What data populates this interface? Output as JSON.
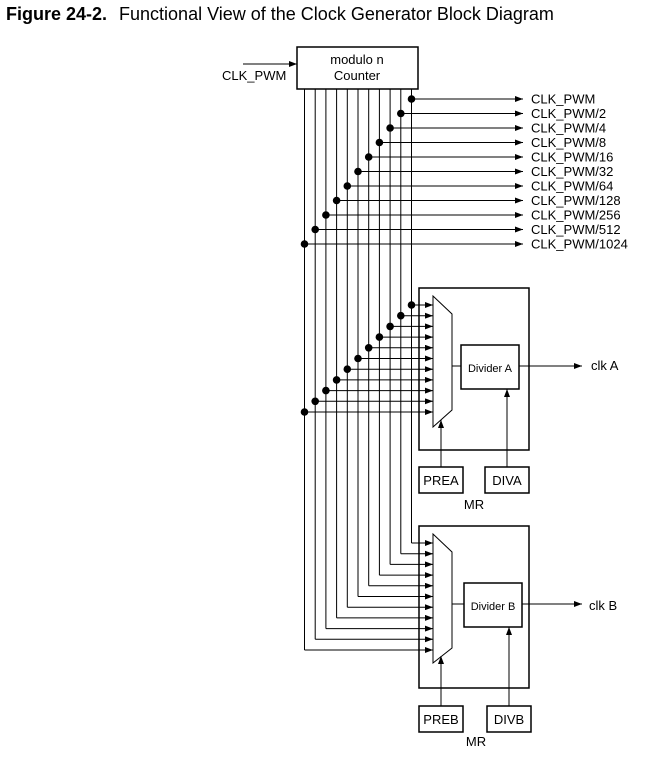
{
  "caption": {
    "number": "Figure 24-2.",
    "title": "Functional View of the Clock Generator Block Diagram"
  },
  "counter": {
    "line1": "modulo n",
    "line2": "Counter"
  },
  "input_label": "CLK_PWM",
  "outputs": [
    "CLK_PWM",
    "CLK_PWM/2",
    "CLK_PWM/4",
    "CLK_PWM/8",
    "CLK_PWM/16",
    "CLK_PWM/32",
    "CLK_PWM/64",
    "CLK_PWM/128",
    "CLK_PWM/256",
    "CLK_PWM/512",
    "CLK_PWM/1024"
  ],
  "channel_a": {
    "divider": "Divider A",
    "clock": "clk A",
    "pre": "PREA",
    "div": "DIVA",
    "reg": "MR"
  },
  "channel_b": {
    "divider": "Divider B",
    "clock": "clk B",
    "pre": "PREB",
    "div": "DIVB",
    "reg": "MR"
  }
}
